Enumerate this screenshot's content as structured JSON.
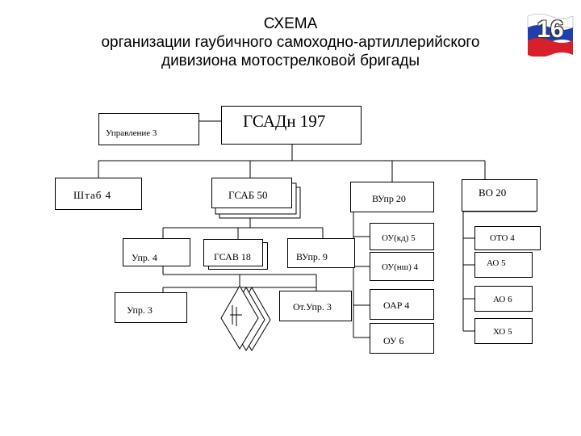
{
  "title": {
    "line1": "СХЕМА",
    "line2": "организации гаубичного самоходно-артиллерийского",
    "line3": "дивизиона мотострелковой бригады"
  },
  "slide_number": "16",
  "nodes": {
    "root": "ГСАДн   197",
    "management": "Управление    3",
    "staff": "Штаб  4",
    "battery": "ГСАБ 50",
    "upr_4": "Упр.    4",
    "gsav": "ГСАВ 18",
    "vupr_9": "ВУпр.  9",
    "upr_3": "Упр.  3",
    "ot_upr": "От.Упр.  3",
    "vupr_20": "ВУпр  20",
    "ou_kd": "ОУ(кд) 5",
    "ou_nsh": "ОУ(нш) 4",
    "oar": "ОАР  4",
    "ou_6": "ОУ  6",
    "vo": "ВО  20",
    "oto": "ОТО 4",
    "ao_5": "АО 5",
    "ao_6": "АО 6",
    "xo": "ХО 5"
  },
  "colors": {
    "flag_white": "#ffffff",
    "flag_blue": "#1f3fb0",
    "flag_red": "#d8202a"
  }
}
